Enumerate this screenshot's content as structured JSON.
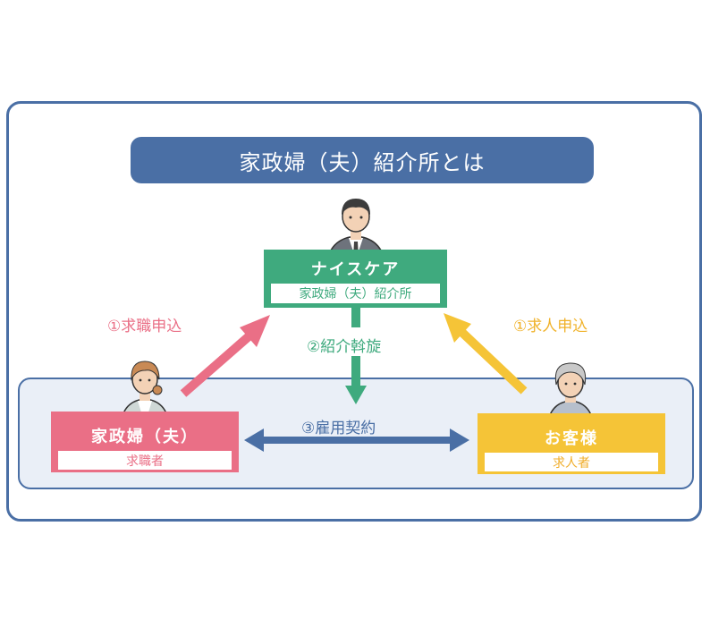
{
  "title": "家政婦（夫）紹介所とは",
  "center": {
    "name": "ナイスケア",
    "sub": "家政婦（夫）紹介所"
  },
  "left": {
    "name": "家政婦（夫）",
    "sub": "求職者"
  },
  "right": {
    "name": "お客様",
    "sub": "求人者"
  },
  "arrows": {
    "left": "①求職申込",
    "center": "②紹介斡旋",
    "right": "①求人申込",
    "bottom": "③雇用契約"
  },
  "colors": {
    "navy": "#4a6fa5",
    "green": "#3faa7e",
    "pink": "#ea6f86",
    "yellow": "#f5c437"
  }
}
